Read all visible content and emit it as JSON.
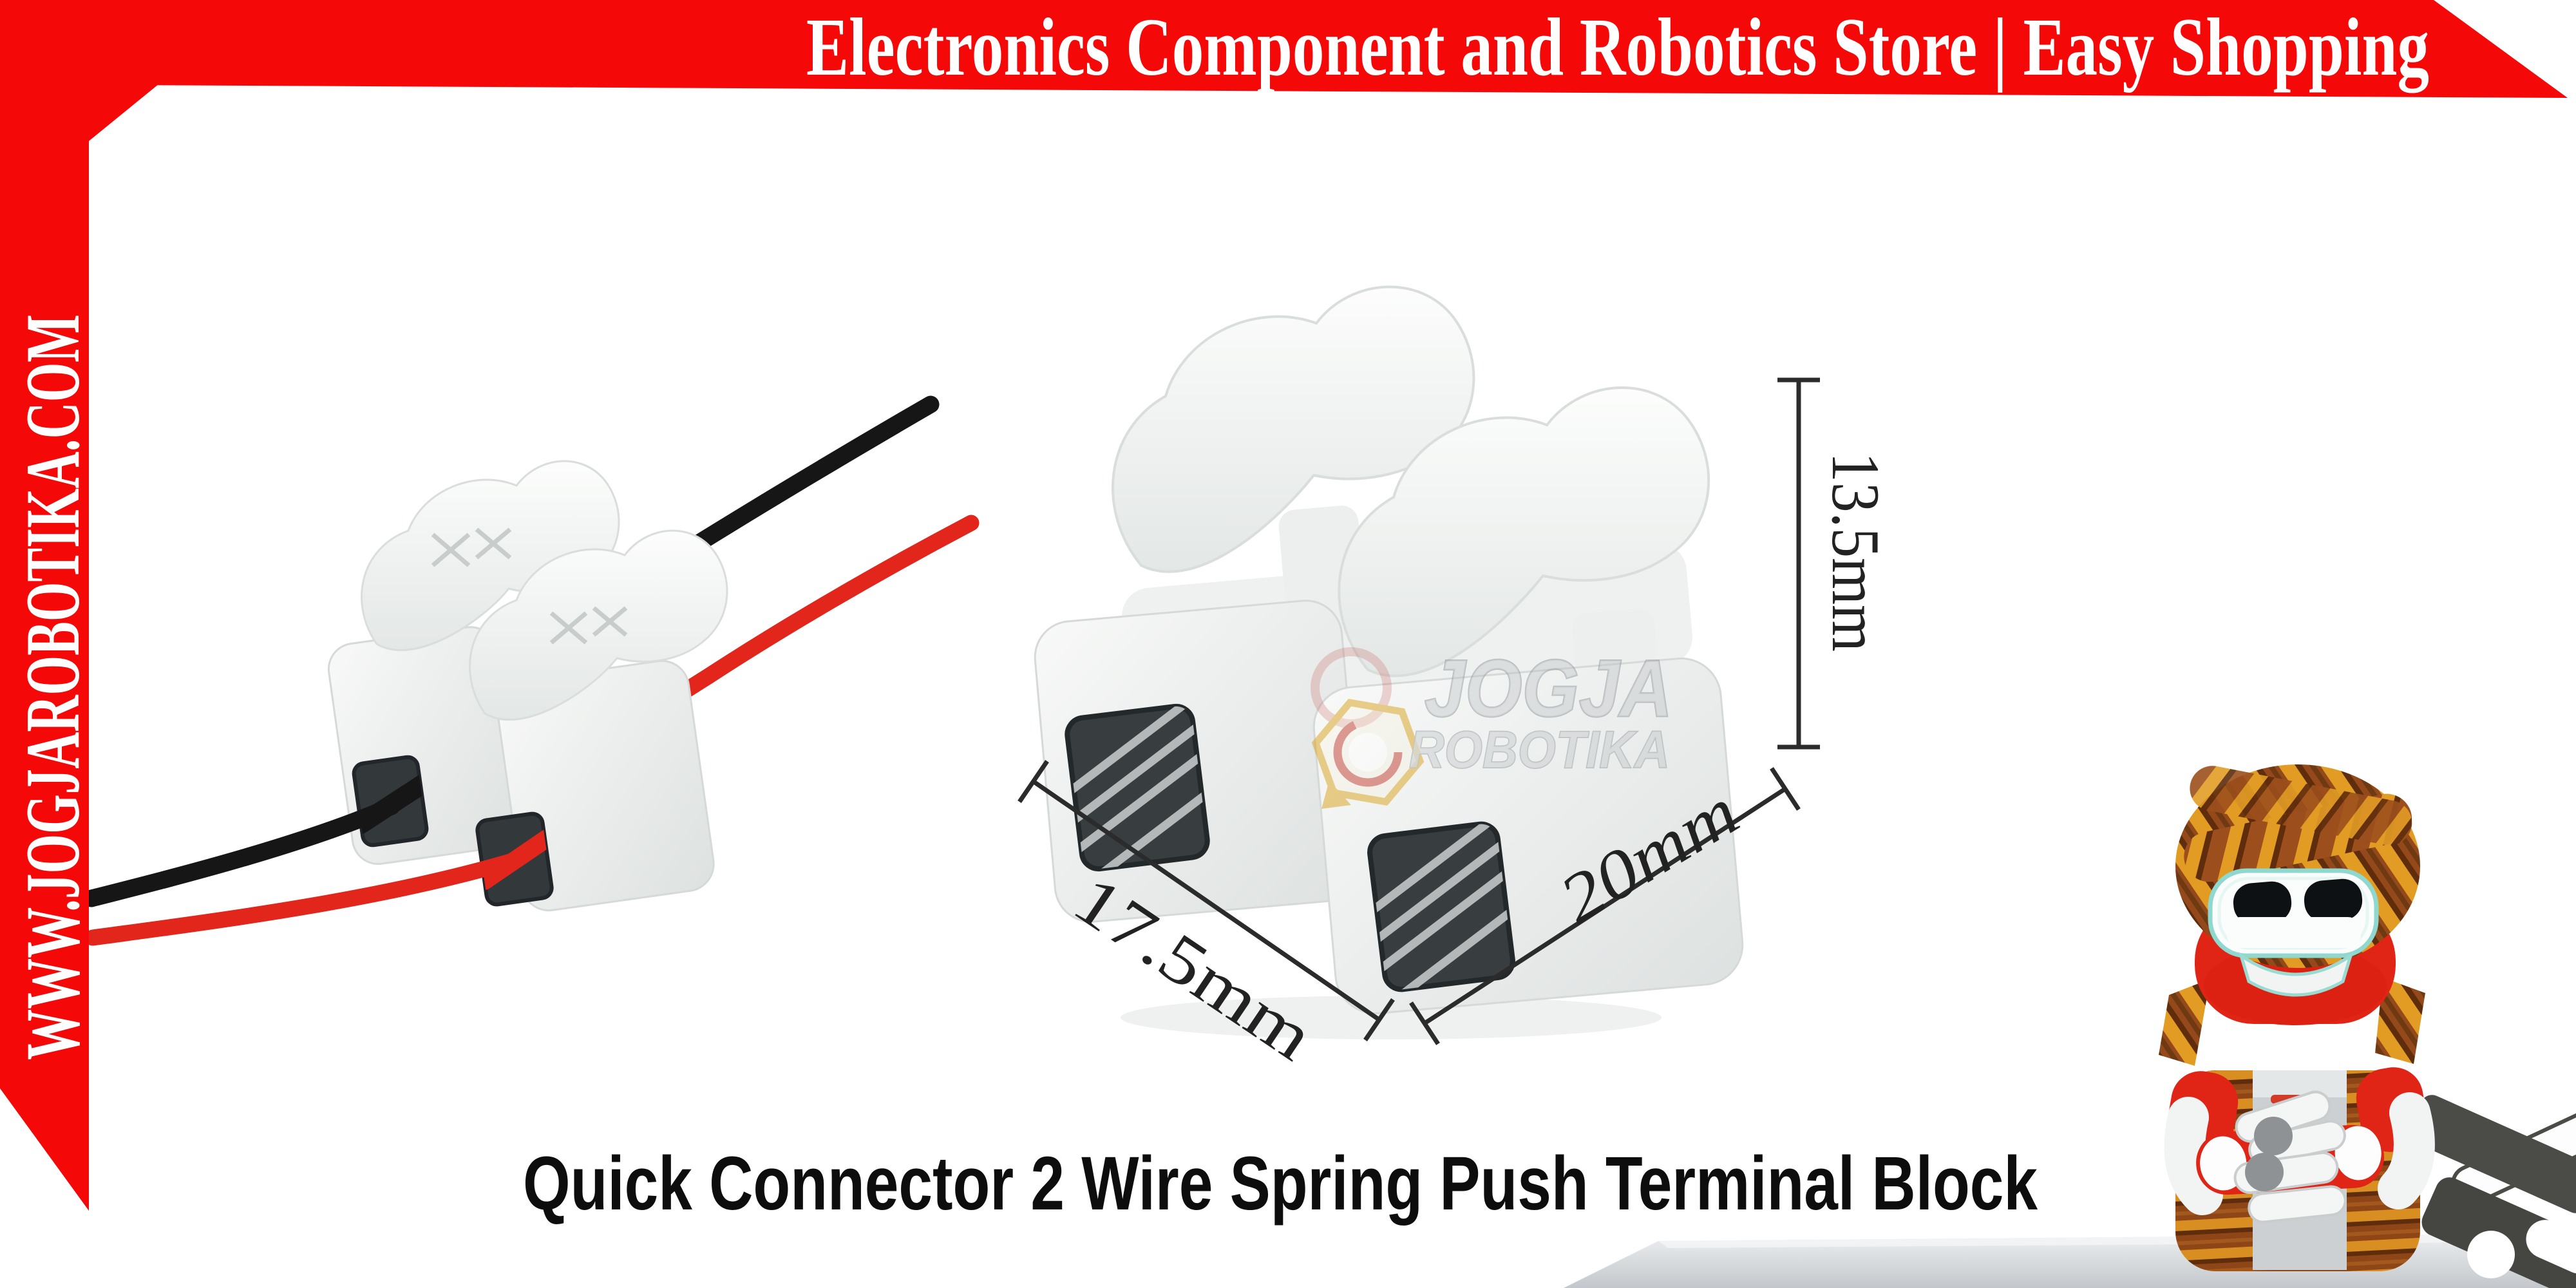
{
  "banner": {
    "text": "Electronics Component and Robotics Store | Easy Shopping"
  },
  "side_ribbon": {
    "text": "WWW.JOGJAROBOTIKA.COM"
  },
  "product_title": {
    "text": "Quick Connector 2 Wire Spring Push Terminal Block"
  },
  "dimension_labels": {
    "height": "13.5mm",
    "width": "17.5mm",
    "depth": "20mm"
  },
  "watermark": {
    "line1": "JOGJA",
    "line2": "ROBOTIKA"
  },
  "colors": {
    "banner_red": "#F50808",
    "banner_text": "#FFFFFF",
    "title_text": "#0D0D0D",
    "dimension_text": "#222222",
    "wire_black": "#161616",
    "wire_red": "#E3261B",
    "mascot_red": "#E02415",
    "blangkon_brown": "#94491A",
    "blangkon_orange": "#E29C24",
    "connector_white": "#F4F5F4",
    "floor_gray_top": "#EEF0F2",
    "floor_gray_bottom": "#C3C7CB"
  },
  "icons": {
    "watermark_logo": "hexagon-robot-logo",
    "mascot": "jogja-robotika-robot-mascot"
  }
}
